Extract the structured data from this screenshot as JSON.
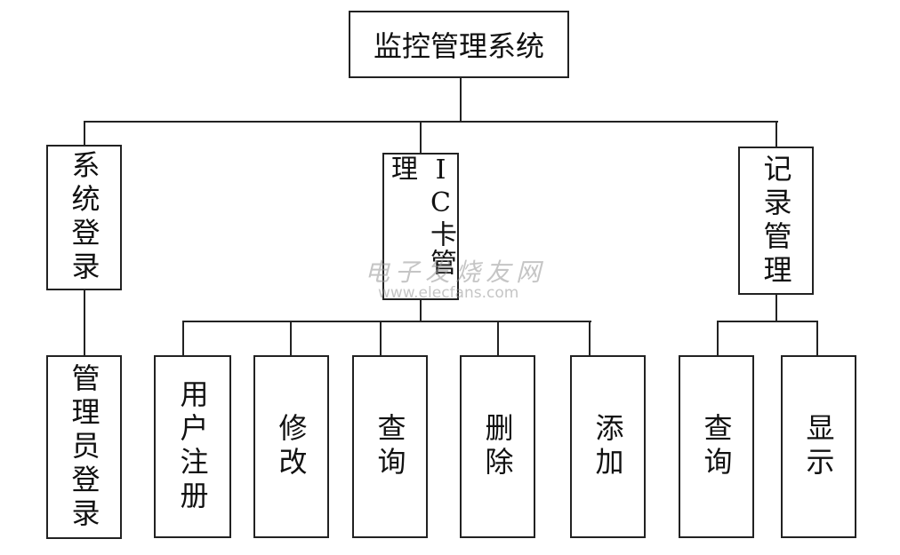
{
  "root": "监控管理系统",
  "level1": [
    {
      "label": "系统登录",
      "children": [
        "管理员登录"
      ]
    },
    {
      "label": "IC卡管理",
      "children": [
        "用户注册",
        "修改",
        "查询",
        "删除",
        "添加"
      ]
    },
    {
      "label": "记录管理",
      "children": [
        "查询",
        "显示"
      ]
    }
  ],
  "watermark": {
    "cn": "电子发烧友网",
    "url": "www.elecfans.com"
  }
}
